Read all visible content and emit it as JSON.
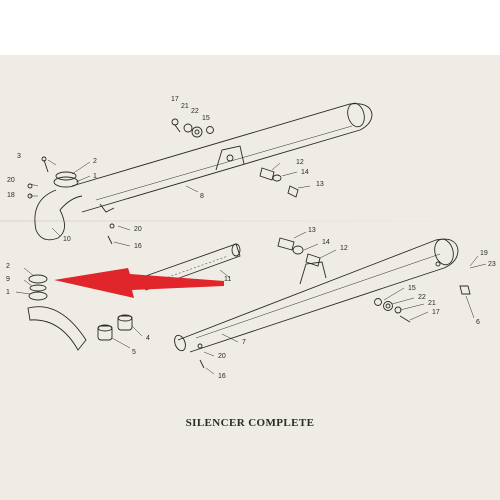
{
  "caption": "SILENCER COMPLETE",
  "colors": {
    "paper": "#efece6",
    "ink": "#2a2a2a",
    "arrow": "#e0252b"
  },
  "labels": {
    "l17a": "17",
    "l21a": "21",
    "l22a": "22",
    "l15a": "15",
    "l3": "3",
    "l2a": "2",
    "l1a": "1",
    "l20a": "20",
    "l18": "18",
    "l10": "10",
    "l8": "8",
    "l12a": "12",
    "l14a": "14",
    "l13a": "13",
    "l20b": "20",
    "l16a": "16",
    "l2b": "2",
    "l9": "9",
    "l1b": "1",
    "l11": "11",
    "l13b": "13",
    "l14b": "14",
    "l12b": "12",
    "l19": "19",
    "l23": "23",
    "l4": "4",
    "l5": "5",
    "l7": "7",
    "l15b": "15",
    "l22b": "22",
    "l21b": "21",
    "l17b": "17",
    "l6": "6",
    "l20c": "20",
    "l16b": "16"
  }
}
